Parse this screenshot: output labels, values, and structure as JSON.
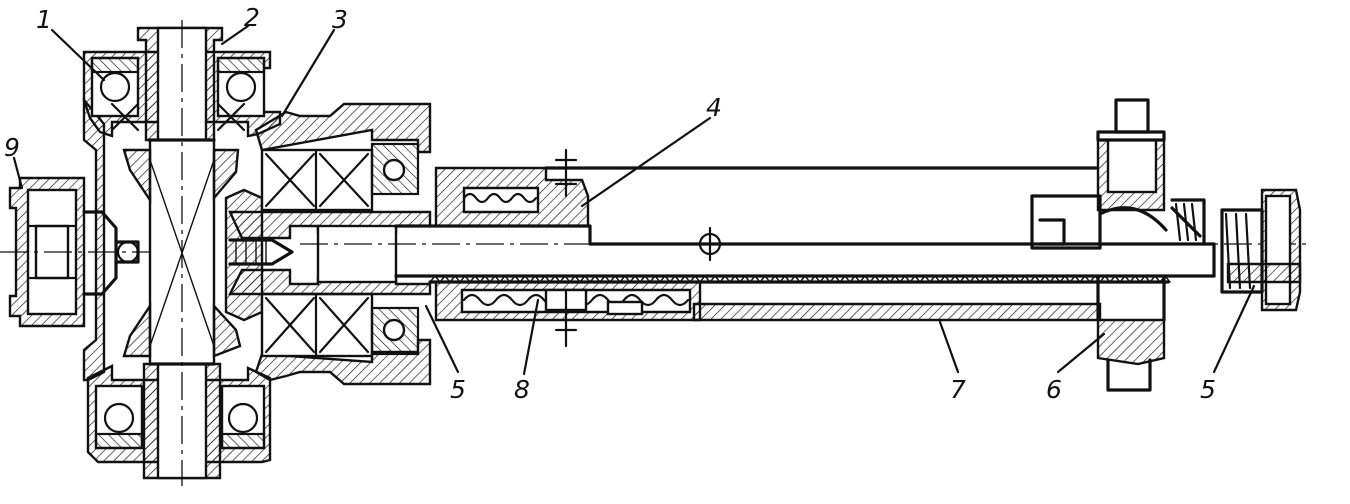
{
  "labels": {
    "l1": "1",
    "l2": "2",
    "l3": "3",
    "l4": "4",
    "l5a": "5",
    "l5b": "5",
    "l6": "6",
    "l7": "7",
    "l8": "8",
    "l9": "9"
  }
}
